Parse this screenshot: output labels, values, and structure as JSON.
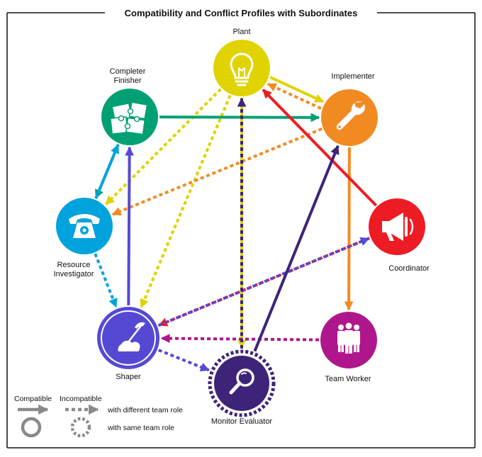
{
  "title": "Compatibility and Conflict Profiles with Subordinates",
  "roles": {
    "plant": {
      "label": "Plant",
      "color": "#e0d300",
      "icon": "lightbulb-icon"
    },
    "implementer": {
      "label": "Implementer",
      "color": "#f28a22",
      "icon": "wrench-icon"
    },
    "completer": {
      "label_line1": "Completer",
      "label_line2": "Finisher",
      "color": "#00a074",
      "icon": "puzzle-icon"
    },
    "resource": {
      "label_line1": "Resource",
      "label_line2": "Investigator",
      "color": "#00a3dd",
      "icon": "telephone-icon"
    },
    "coordinator": {
      "label": "Coordinator",
      "color": "#ed1c24",
      "icon": "megaphone-icon"
    },
    "shaper": {
      "label": "Shaper",
      "color": "#5549d4",
      "icon": "pickaxe-icon"
    },
    "teamworker": {
      "label": "Team Worker",
      "color": "#b0168c",
      "icon": "people-icon"
    },
    "monitor": {
      "label": "Monitor Evaluator",
      "color": "#3d2478",
      "icon": "magnifier-icon"
    }
  },
  "relations": [
    {
      "from": "plant",
      "to": "implementer",
      "type": "compatible"
    },
    {
      "from": "implementer",
      "to": "plant",
      "type": "incompatible"
    },
    {
      "from": "plant",
      "to": "resource",
      "type": "incompatible"
    },
    {
      "from": "plant",
      "to": "shaper",
      "type": "incompatible"
    },
    {
      "from": "plant",
      "to": "monitor",
      "type": "compatible"
    },
    {
      "from": "completer",
      "to": "implementer",
      "type": "compatible"
    },
    {
      "from": "completer",
      "to": "resource",
      "type": "incompatible"
    },
    {
      "from": "resource",
      "to": "completer",
      "type": "compatible"
    },
    {
      "from": "resource",
      "to": "shaper",
      "type": "incompatible"
    },
    {
      "from": "implementer",
      "to": "resource",
      "type": "incompatible"
    },
    {
      "from": "implementer",
      "to": "teamworker",
      "type": "compatible"
    },
    {
      "from": "coordinator",
      "to": "plant",
      "type": "compatible"
    },
    {
      "from": "coordinator",
      "to": "shaper",
      "type": "incompatible"
    },
    {
      "from": "shaper",
      "to": "completer",
      "type": "compatible"
    },
    {
      "from": "shaper",
      "to": "coordinator",
      "type": "incompatible"
    },
    {
      "from": "shaper",
      "to": "monitor",
      "type": "incompatible"
    },
    {
      "from": "teamworker",
      "to": "shaper",
      "type": "incompatible"
    },
    {
      "from": "monitor",
      "to": "implementer",
      "type": "compatible"
    },
    {
      "from": "monitor",
      "to": "plant",
      "type": "incompatible"
    }
  ],
  "legend": {
    "compatible": "Compatible",
    "incompatible": "Incompatible",
    "different_role": "with different team role",
    "same_role": "with same team role",
    "gray": "#8a8a8a"
  }
}
